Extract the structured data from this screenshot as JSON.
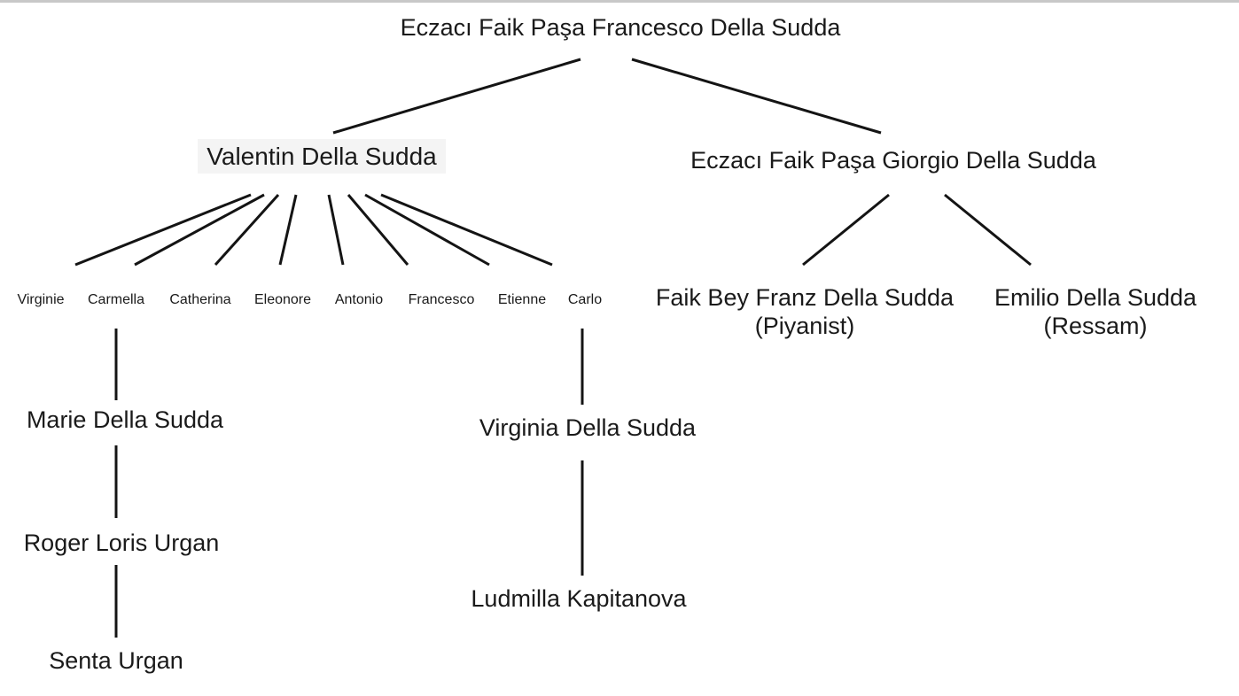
{
  "root": {
    "name": "Eczacı Faik Paşa Francesco Della Sudda"
  },
  "valentin": {
    "name": "Valentin Della Sudda"
  },
  "giorgio": {
    "name": "Eczacı Faik Paşa Giorgio Della Sudda"
  },
  "valentin_children": [
    {
      "name": "Virginie"
    },
    {
      "name": "Carmella"
    },
    {
      "name": "Catherina"
    },
    {
      "name": "Eleonore"
    },
    {
      "name": "Antonio"
    },
    {
      "name": "Francesco"
    },
    {
      "name": "Etienne"
    },
    {
      "name": "Carlo"
    }
  ],
  "giorgio_children": [
    {
      "name": "Faik Bey Franz Della Sudda",
      "note": "(Piyanist)"
    },
    {
      "name": "Emilio Della Sudda",
      "note": "(Ressam)"
    }
  ],
  "carmella_line": [
    {
      "name": "Marie Della Sudda"
    },
    {
      "name": "Roger Loris Urgan"
    },
    {
      "name": "Senta Urgan"
    }
  ],
  "carlo_line": [
    {
      "name": "Virginia Della Sudda"
    },
    {
      "name": "Ludmilla Kapitanova"
    }
  ]
}
